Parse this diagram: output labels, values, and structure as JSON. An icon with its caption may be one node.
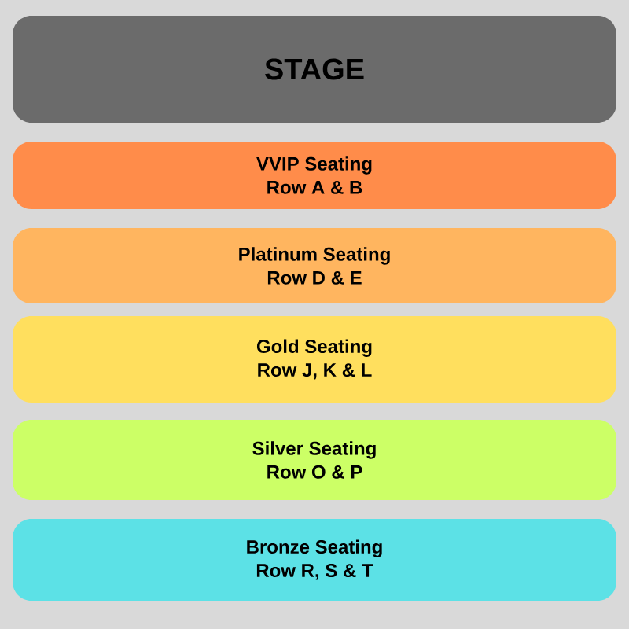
{
  "diagram": {
    "nodes": [
      {
        "text": [
          "STAGE"
        ]
      },
      {
        "text": [
          "VVIP Seating",
          "Row A & B"
        ]
      },
      {
        "text": [
          "Platinum Seating",
          "Row D & E"
        ]
      },
      {
        "text": [
          "Gold Seating",
          "Row J, K & L"
        ]
      },
      {
        "text": [
          "Silver Seating",
          "Row O & P"
        ]
      },
      {
        "text": [
          "Bronze Seating",
          "Row R, S & T"
        ]
      }
    ]
  }
}
